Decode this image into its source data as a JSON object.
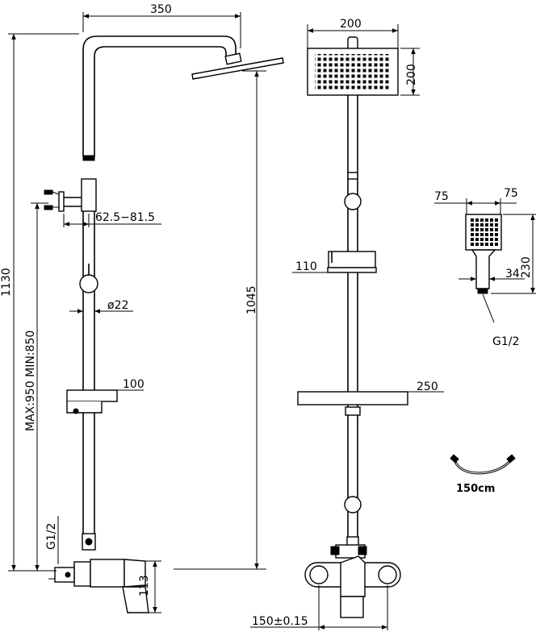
{
  "dimensions": {
    "arm_width": "350",
    "total_height": "1130",
    "rail_height": "1045",
    "max_min": "MAX:950    MIN:850",
    "bracket_range": "62.5−81.5",
    "pipe_diameter": "ø22",
    "left_holder_width": "100",
    "inlet_left": "G1/2",
    "valve_height": "113",
    "head_width": "200",
    "head_height": "200",
    "holder_width": "110",
    "shelf_width": "250",
    "center_distance": "150±0.15",
    "hand_head_left": "75",
    "hand_head_right": "75",
    "hand_length": "230",
    "hand_diameter": "34",
    "hand_thread": "G1/2",
    "hose_length": "150cm"
  }
}
